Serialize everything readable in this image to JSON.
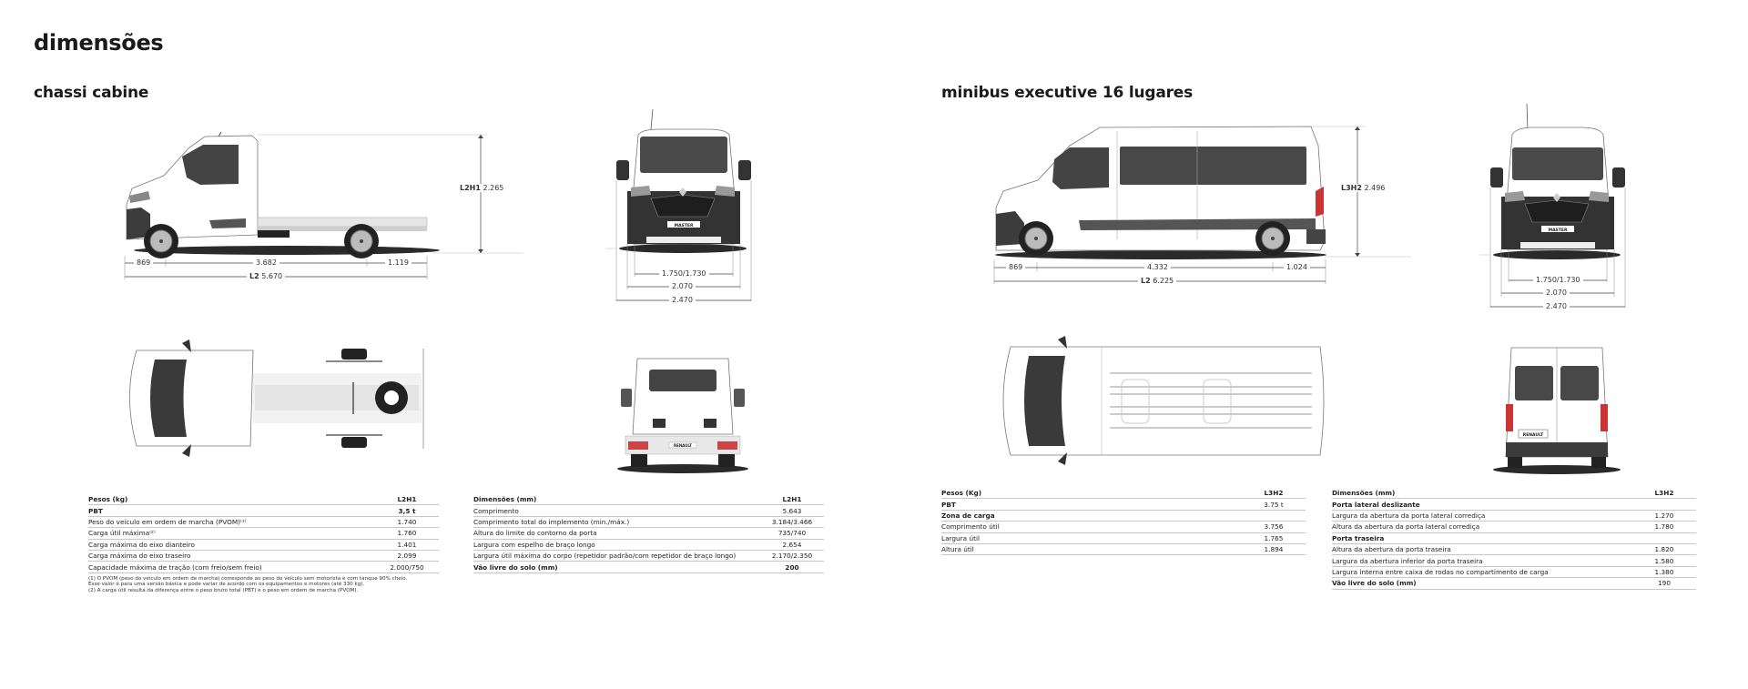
{
  "page": {
    "title": "dimensões"
  },
  "sections": {
    "chassis": {
      "title": "chassi cabine",
      "side_view": {
        "height_label_code": "L2H1",
        "height_label_value": "2.265",
        "front_overhang": "869",
        "wheelbase": "3.682",
        "rear_overhang": "1.119",
        "length_label_code": "L2",
        "length_label_value": "5.670"
      },
      "front_view": {
        "track": "1.750/1.730",
        "width": "2.070",
        "width_mirrors": "2.470",
        "plate_text": "MASTER"
      },
      "rear_view": {
        "plate_text": "RENAULT"
      },
      "weights_table": {
        "header": {
          "label": "Pesos (kg)",
          "value": "L2H1"
        },
        "rows": [
          {
            "label": "PBT",
            "value": "3,5 t",
            "bold": true
          },
          {
            "label": "Peso do veículo em ordem de marcha (PVOM)⁽¹⁾",
            "value": "1.740"
          },
          {
            "label": "Carga útil máxima⁽²⁾",
            "value": "1.760"
          },
          {
            "label": "Carga máxima do eixo dianteiro",
            "value": "1.401"
          },
          {
            "label": "Carga máxima do eixo traseiro",
            "value": "2.099"
          },
          {
            "label": "Capacidade máxima de tração (com freio/sem freio)",
            "value": "2.000/750"
          }
        ],
        "notes": [
          "(1) O PVOM (peso do veículo em ordem de marcha) corresponde ao peso do veículo sem motorista e com tanque 90% cheio.",
          "Esse valor é para uma versão básica e pode variar de acordo com os equipamentos e motores (até 330 kg).",
          "(2) A carga útil resulta da diferença entre o peso bruto total (PBT) e o peso em ordem de marcha (PVOM)."
        ]
      },
      "dimensions_table": {
        "header": {
          "label": "Dimensões (mm)",
          "value": "L2H1"
        },
        "rows": [
          {
            "label": "Comprimento",
            "value": "5.643"
          },
          {
            "label": "Comprimento total do implemento (min./máx.)",
            "value": "3.184/3.466"
          },
          {
            "label": "Altura do limite do contorno da porta",
            "value": "735/740"
          },
          {
            "label": "Largura com espelho de braço longo",
            "value": "2.654"
          },
          {
            "label": "Largura útil máxima do corpo (repetidor padrão/com repetidor de braço longo)",
            "value": "2.170/2.350"
          },
          {
            "label": "Vão livre do solo (mm)",
            "value": "200",
            "bold": true
          }
        ]
      }
    },
    "minibus": {
      "title": "minibus executive 16 lugares",
      "side_view": {
        "height_label_code": "L3H2",
        "height_label_value": "2.496",
        "front_overhang": "869",
        "wheelbase": "4.332",
        "rear_overhang": "1.024",
        "length_label_code": "L2",
        "length_label_value": "6.225"
      },
      "front_view": {
        "track": "1.750/1.730",
        "width": "2.070",
        "width_mirrors": "2.470",
        "plate_text": "MASTER"
      },
      "rear_view": {
        "plate_text": "RENAULT"
      },
      "weights_table": {
        "header": {
          "label": "Pesos (Kg)",
          "value": "L3H2"
        },
        "rows": [
          {
            "label": "PBT",
            "value": "3.75 t",
            "bold": true
          },
          {
            "label": "Zona de carga",
            "value": "",
            "bold": true
          },
          {
            "label": "Comprimento útil",
            "value": "3.756"
          },
          {
            "label": "Largura útil",
            "value": "1.765"
          },
          {
            "label": "Altura útil",
            "value": "1.894"
          }
        ]
      },
      "dimensions_table": {
        "header": {
          "label": "Dimensões (mm)",
          "value": "L3H2"
        },
        "rows": [
          {
            "label": "Porta lateral deslizante",
            "value": "",
            "bold": true
          },
          {
            "label": "Largura da abertura da porta lateral corrediça",
            "value": "1.270"
          },
          {
            "label": "Altura da abertura da porta lateral corrediça",
            "value": "1.780"
          },
          {
            "label": "Porta traseira",
            "value": "",
            "bold": true
          },
          {
            "label": "Altura da abertura da porta traseira",
            "value": "1.820"
          },
          {
            "label": "Largura da abertura inferior da porta traseira",
            "value": "1.580"
          },
          {
            "label": "Largura interna entre caixa de rodas no compartimento de carga",
            "value": "1.380"
          },
          {
            "label": "Vão livre do solo (mm)",
            "value": "190",
            "bold": true
          }
        ]
      }
    }
  },
  "colors": {
    "body": "#ffffff",
    "glass": "#4a4a4a",
    "bumper": "#3c3c3c",
    "shadow": "#2a2a2a",
    "line": "#555555",
    "rule": "#c8c8c8"
  }
}
